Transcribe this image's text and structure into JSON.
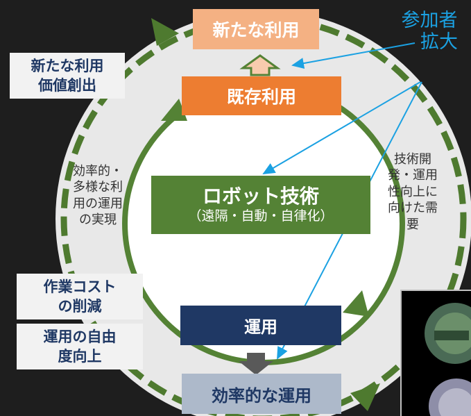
{
  "boxes": {
    "new_use": "新たな利用",
    "existing_use": "既存利用",
    "robot_title": "ロボット技術",
    "robot_sub": "（遠隔・自動・自律化）",
    "operation": "運用",
    "efficient_operation": "効率的な運用"
  },
  "participants": {
    "line1": "参加者",
    "line2": "拡大"
  },
  "inner_left": [
    "効率的・",
    "多様な利",
    "用の運用",
    "の実現"
  ],
  "inner_right": [
    "技術開",
    "発・運用",
    "性向上に",
    "向けた需",
    "要"
  ],
  "side_labels": {
    "new_value": [
      "新たな利用",
      "価値創出"
    ],
    "cost_reduction": [
      "作業コスト",
      "の削減"
    ],
    "freedom": [
      "運用の自由",
      "度向上"
    ]
  },
  "colors": {
    "background": "#1e1e1e",
    "outer_ring": "#4e7a2f",
    "inner_ring": "#548235",
    "orange": "#ed7d31",
    "light_orange": "#f4b183",
    "green": "#548235",
    "navy": "#1f3864",
    "gray_blue": "#adb9ca",
    "cyan": "#1ba1e2",
    "dark_gray_arrow": "#595959"
  }
}
